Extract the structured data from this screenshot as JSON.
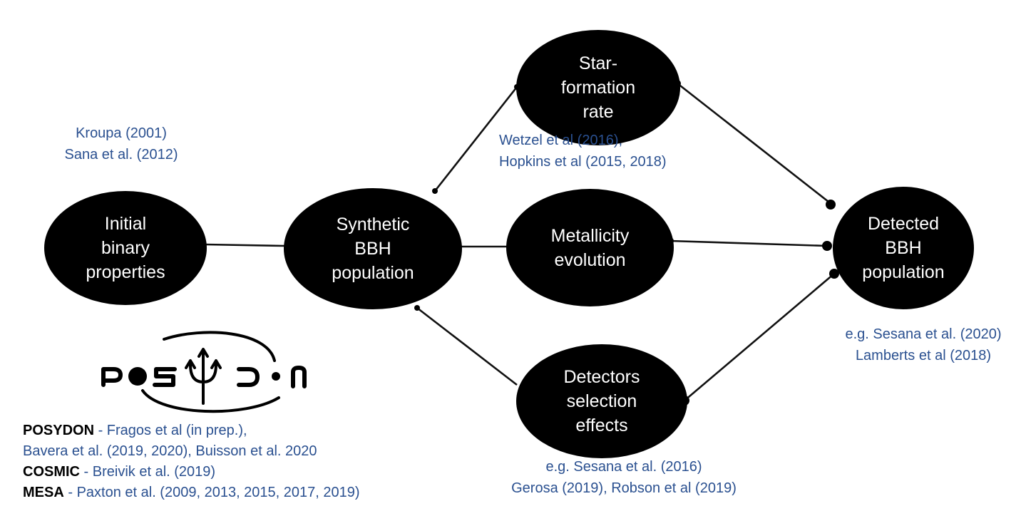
{
  "nodes": {
    "initial": [
      "Initial",
      "binary",
      "properties"
    ],
    "synthetic": [
      "Synthetic",
      "BBH",
      "population"
    ],
    "star_formation": [
      "Star-",
      "formation",
      "rate"
    ],
    "metallicity": [
      "Metallicity",
      "evolution"
    ],
    "detectors": [
      "Detectors",
      "selection",
      "effects"
    ],
    "detected": [
      "Detected",
      "BBH",
      "population"
    ]
  },
  "references": {
    "initial": [
      "Kroupa (2001)",
      "Sana et al. (2012)"
    ],
    "star_formation": [
      "Wetzel et al (2016),",
      "Hopkins et al (2015, 2018)"
    ],
    "detected": [
      "e.g. Sesana et al. (2020)",
      "Lamberts et al (2018)"
    ],
    "detectors": [
      "e.g. Sesana et al. (2016)",
      "Gerosa (2019), Robson et al (2019)"
    ]
  },
  "codes": [
    {
      "name": "POSYDON",
      "refs": " - Fragos et al (in prep.),"
    },
    {
      "name": "",
      "refs": "Bavera et al. (2019, 2020), Buisson et al. 2020"
    },
    {
      "name": "COSMIC",
      "refs": " - Breivik et al. (2019)"
    },
    {
      "name": "MESA",
      "refs": " - Paxton et al. (2009, 2013, 2015, 2017, 2019)"
    }
  ],
  "logo": {
    "text": "POSYDON"
  },
  "colors": {
    "node_fill": "#000000",
    "node_text": "#ffffff",
    "reference_text": "#2a5090"
  }
}
